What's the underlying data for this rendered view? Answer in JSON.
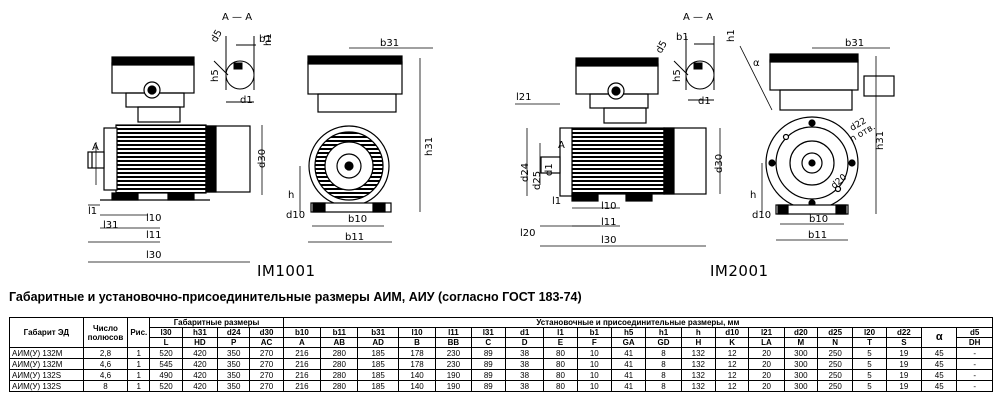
{
  "drawings": {
    "section_left": "A — A",
    "section_right": "A — A",
    "view_label_left": "IM1001",
    "view_label_right": "IM2001",
    "arrow_marker": "A",
    "dim_labels": {
      "d5": "d5",
      "b1": "b1",
      "h1": "h1",
      "h5": "h5",
      "d1": "d1",
      "b31": "b31",
      "h31": "h31",
      "d30": "d30",
      "d24": "d24",
      "d25": "d25",
      "d22": "d22",
      "n_otv": "n отв.",
      "d20": "d20",
      "alpha": "α",
      "l1": "l1",
      "l10": "l10",
      "l11": "l11",
      "l30": "l30",
      "l31": "l31",
      "l20": "l20",
      "l21": "l21",
      "h": "h",
      "d10": "d10",
      "b10": "b10",
      "b11": "b11"
    }
  },
  "heading": "Габаритные и установочно-присоединительные размеры АИМ, АИУ (согласно ГОСТ 183-74)",
  "table": {
    "col_type": "Габарит ЭД",
    "col_poles": "Число полюсов",
    "col_fig": "Рис.",
    "group_overall": "Габаритные размеры",
    "group_mounting": "Установочные и присоединительные размеры, мм",
    "dims": [
      "l30",
      "h31",
      "d24",
      "d30",
      "b10",
      "b11",
      "b31",
      "l10",
      "l11",
      "l31",
      "d1",
      "l1",
      "b1",
      "h5",
      "h1",
      "h",
      "d10",
      "l21",
      "d20",
      "d25",
      "l20",
      "d22",
      "α",
      "d5"
    ],
    "codes": [
      "L",
      "HD",
      "P",
      "AC",
      "A",
      "AB",
      "AD",
      "B",
      "BB",
      "C",
      "D",
      "E",
      "F",
      "GA",
      "GD",
      "H",
      "K",
      "LA",
      "M",
      "N",
      "T",
      "S",
      "",
      "DH"
    ],
    "rows": [
      {
        "type": "АИМ(У) 132М",
        "poles": "2,8",
        "fig": "1",
        "v": [
          "520",
          "420",
          "350",
          "270",
          "216",
          "280",
          "185",
          "178",
          "230",
          "89",
          "38",
          "80",
          "10",
          "41",
          "8",
          "132",
          "12",
          "20",
          "300",
          "250",
          "5",
          "19",
          "45",
          "-"
        ]
      },
      {
        "type": "АИМ(У) 132М",
        "poles": "4,6",
        "fig": "1",
        "v": [
          "545",
          "420",
          "350",
          "270",
          "216",
          "280",
          "185",
          "178",
          "230",
          "89",
          "38",
          "80",
          "10",
          "41",
          "8",
          "132",
          "12",
          "20",
          "300",
          "250",
          "5",
          "19",
          "45",
          "-"
        ]
      },
      {
        "type": "АИМ(У) 132S",
        "poles": "4,6",
        "fig": "1",
        "v": [
          "490",
          "420",
          "350",
          "270",
          "216",
          "280",
          "185",
          "140",
          "190",
          "89",
          "38",
          "80",
          "10",
          "41",
          "8",
          "132",
          "12",
          "20",
          "300",
          "250",
          "5",
          "19",
          "45",
          "-"
        ]
      },
      {
        "type": "АИМ(У) 132S",
        "poles": "8",
        "fig": "1",
        "v": [
          "520",
          "420",
          "350",
          "270",
          "216",
          "280",
          "185",
          "140",
          "190",
          "89",
          "38",
          "80",
          "10",
          "41",
          "8",
          "132",
          "12",
          "20",
          "300",
          "250",
          "5",
          "19",
          "45",
          "-"
        ]
      }
    ]
  }
}
